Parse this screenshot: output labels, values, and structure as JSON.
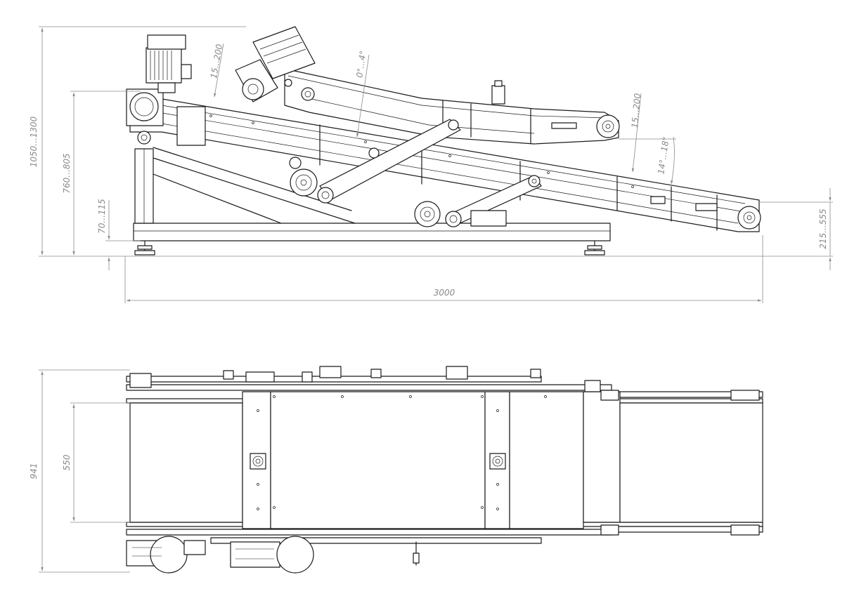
{
  "drawing": {
    "side_view": {
      "dimensions": {
        "total_height": "1050...1300",
        "inlet_height": "760...805",
        "leg_adjust": "70...115",
        "outlet_height": "215...555",
        "total_length": "3000",
        "offset_a": "15...200",
        "offset_b": "15...200",
        "angle_upper": "0°...4°",
        "angle_lower": "14°...18°"
      }
    },
    "top_view": {
      "dimensions": {
        "total_width": "941",
        "belt_width": "550"
      }
    }
  }
}
